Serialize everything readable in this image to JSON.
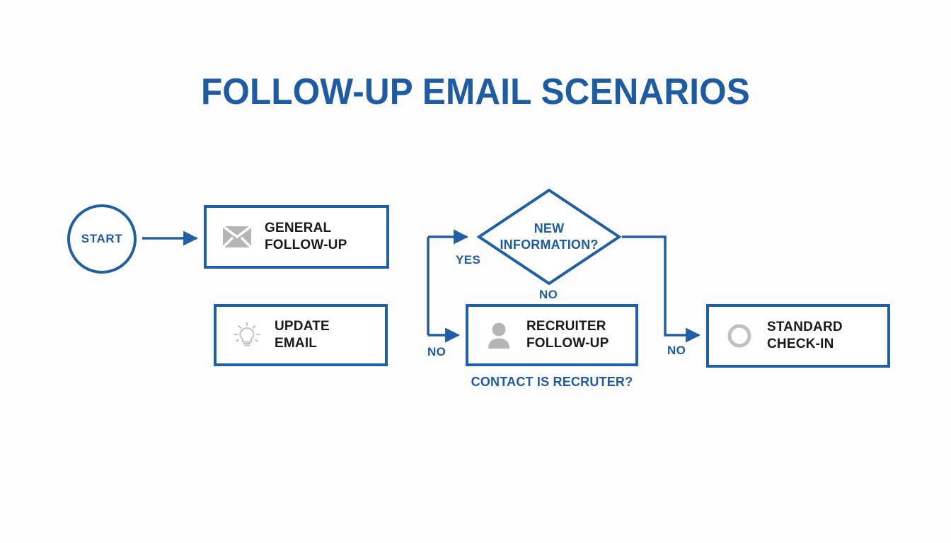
{
  "page": {
    "title": "FOLLOW-UP EMAIL SCENARIOS",
    "background_color": "#fdfdfd",
    "accent_blue": "#1f5fa6",
    "title_blue": "#1d5ba5",
    "icon_gray": "#b3b3b3",
    "text_black": "#1a1a1a"
  },
  "nodes": {
    "start": {
      "label": "START",
      "shape": "circle"
    },
    "general": {
      "label": "GENERAL\nFOLLOW-UP",
      "icon": "envelope-icon",
      "shape": "rectangle"
    },
    "update": {
      "label": "UPDATE\nEMAIL",
      "icon": "lightbulb-icon",
      "shape": "rectangle"
    },
    "decision": {
      "label": "NEW\nINFORMATION?",
      "shape": "diamond"
    },
    "recruiter": {
      "label": "RECRUITER\nFOLLOW-UP",
      "icon": "person-icon",
      "shape": "rectangle"
    },
    "standard": {
      "label": "STANDARD\nCHECK-IN",
      "icon": "circle-outline-icon",
      "shape": "rectangle"
    }
  },
  "edges": {
    "yes": "YES",
    "no_from_decision": "NO",
    "no_to_recruiter": "NO",
    "no_to_standard": "NO"
  },
  "captions": {
    "recruiter_question": "CONTACT IS RECRUTER?"
  }
}
